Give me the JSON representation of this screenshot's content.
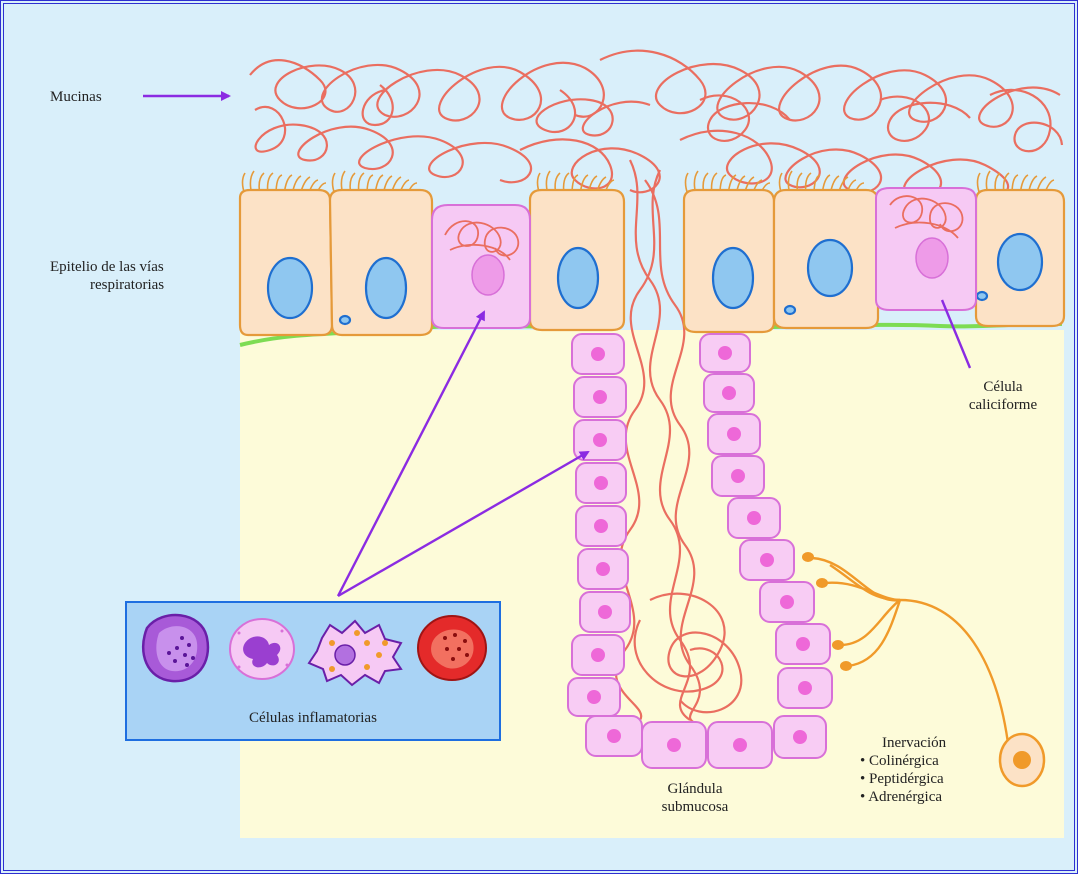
{
  "colors": {
    "background": "#d9effa",
    "frame_border": "#2d2fd0",
    "tissue": "#fdfbd9",
    "mucus": "#ea6e60",
    "ciliated_cell_fill": "#fce2c6",
    "ciliated_cell_border": "#e59a3a",
    "nucleus_fill": "#8fc7f0",
    "nucleus_border": "#1f6fd0",
    "goblet_cell": "#f6c9f4",
    "gland_cell": "#f8ccf4",
    "gland_nucleus": "#ee68d8",
    "basement_membrane": "#7ddc53",
    "nerve": "#f09a2a",
    "arrow": "#8b2be2",
    "inflammatory_box": "#a9d3f5",
    "inflammatory_box_border": "#1e6ee0"
  },
  "labels": {
    "mucins": "Mucinas",
    "epithelium_line1": "Epitelio de las vías",
    "epithelium_line2": "respiratorias",
    "goblet_line1": "Célula",
    "goblet_line2": "caliciforme",
    "inflammatory_cells": "Células inflamatorias",
    "gland_line1": "Glándula",
    "gland_line2": "submucosa",
    "innervation_title": "Inervación",
    "innervation_items": [
      "Colinérgica",
      "Peptidérgica",
      "Adrenérgica"
    ]
  },
  "icons": {
    "inflammatory": [
      "macrophage-icon",
      "neutrophil-icon",
      "eosinophil-icon",
      "mast-cell-icon"
    ]
  }
}
